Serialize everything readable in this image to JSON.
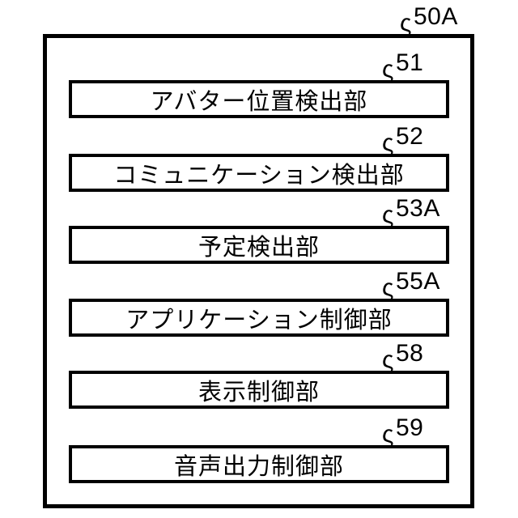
{
  "figure": {
    "outer_ref": "50A",
    "leader_glyph": "ς",
    "blocks": [
      {
        "ref": "51",
        "label": "アバター位置検出部"
      },
      {
        "ref": "52",
        "label": "コミュニケーション検出部"
      },
      {
        "ref": "53A",
        "label": "予定検出部"
      },
      {
        "ref": "55A",
        "label": "アプリケーション制御部"
      },
      {
        "ref": "58",
        "label": "表示制御部"
      },
      {
        "ref": "59",
        "label": "音声出力制御部"
      }
    ],
    "colors": {
      "line": "#000000",
      "background": "#ffffff"
    }
  }
}
